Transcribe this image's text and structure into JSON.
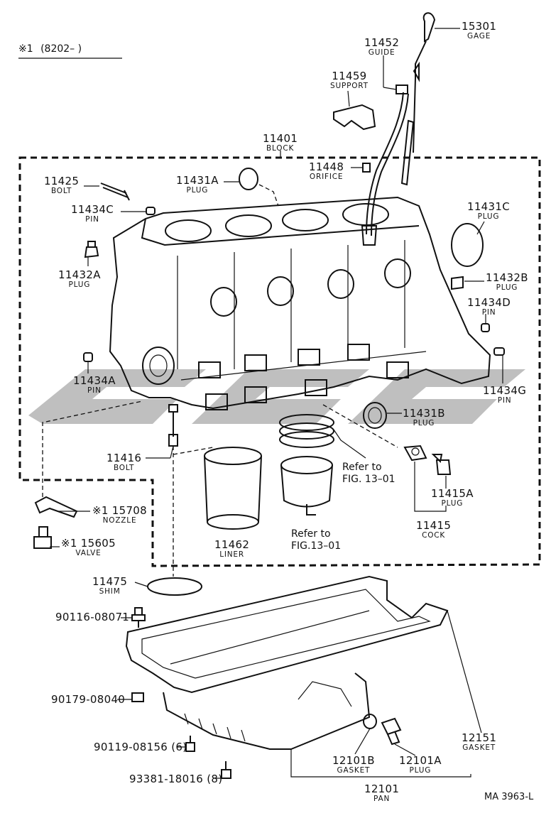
{
  "note": {
    "mark": "※1",
    "range": "(8202–        )"
  },
  "figure_code": "MA  3963-L",
  "parts": [
    {
      "id": "gage",
      "number": "15301",
      "name": "GAGE"
    },
    {
      "id": "guide",
      "number": "11452",
      "name": "GUIDE"
    },
    {
      "id": "support",
      "number": "11459",
      "name": "SUPPORT"
    },
    {
      "id": "block",
      "number": "11401",
      "name": "BLOCK"
    },
    {
      "id": "orifice",
      "number": "11448",
      "name": "ORIFICE"
    },
    {
      "id": "bolt-11425",
      "number": "11425",
      "name": "BOLT"
    },
    {
      "id": "plug-11431a",
      "number": "11431A",
      "name": "PLUG"
    },
    {
      "id": "pin-11434c",
      "number": "11434C",
      "name": "PIN"
    },
    {
      "id": "plug-11431c",
      "number": "11431C",
      "name": "PLUG"
    },
    {
      "id": "plug-11432a",
      "number": "11432A",
      "name": "PLUG"
    },
    {
      "id": "plug-11432b",
      "number": "11432B",
      "name": "PLUG"
    },
    {
      "id": "pin-11434d",
      "number": "11434D",
      "name": "PIN"
    },
    {
      "id": "pin-11434a",
      "number": "11434A",
      "name": "PIN"
    },
    {
      "id": "pin-11434g",
      "number": "11434G",
      "name": "PIN"
    },
    {
      "id": "plug-11431b",
      "number": "11431B",
      "name": "PLUG"
    },
    {
      "id": "bolt-11416",
      "number": "11416",
      "name": "BOLT"
    },
    {
      "id": "plug-11415a",
      "number": "11415A",
      "name": "PLUG"
    },
    {
      "id": "cock",
      "number": "11415",
      "name": "COCK"
    },
    {
      "id": "liner",
      "number": "11462",
      "name": "LINER"
    },
    {
      "id": "nozzle",
      "number": "※1 15708",
      "name": "NOZZLE"
    },
    {
      "id": "valve",
      "number": "※1 15605",
      "name": "VALVE"
    },
    {
      "id": "shim",
      "number": "11475",
      "name": "SHIM"
    },
    {
      "id": "bolt-90116",
      "number": "90116-08071",
      "name": ""
    },
    {
      "id": "bolt-90179",
      "number": "90179-08040",
      "name": ""
    },
    {
      "id": "bolt-90119",
      "number": "90119-08156 (6)",
      "name": ""
    },
    {
      "id": "bolt-93381",
      "number": "93381-18016 (8)",
      "name": ""
    },
    {
      "id": "gasket-12101b",
      "number": "12101B",
      "name": "GASKET"
    },
    {
      "id": "plug-12101a",
      "number": "12101A",
      "name": "PLUG"
    },
    {
      "id": "gasket-12151",
      "number": "12151",
      "name": "GASKET"
    },
    {
      "id": "pan",
      "number": "12101",
      "name": "PAN"
    }
  ],
  "references": {
    "rings": [
      "Refer to",
      "FIG. 13–01"
    ],
    "piston": [
      "Refer to",
      "FIG.13–01"
    ]
  }
}
